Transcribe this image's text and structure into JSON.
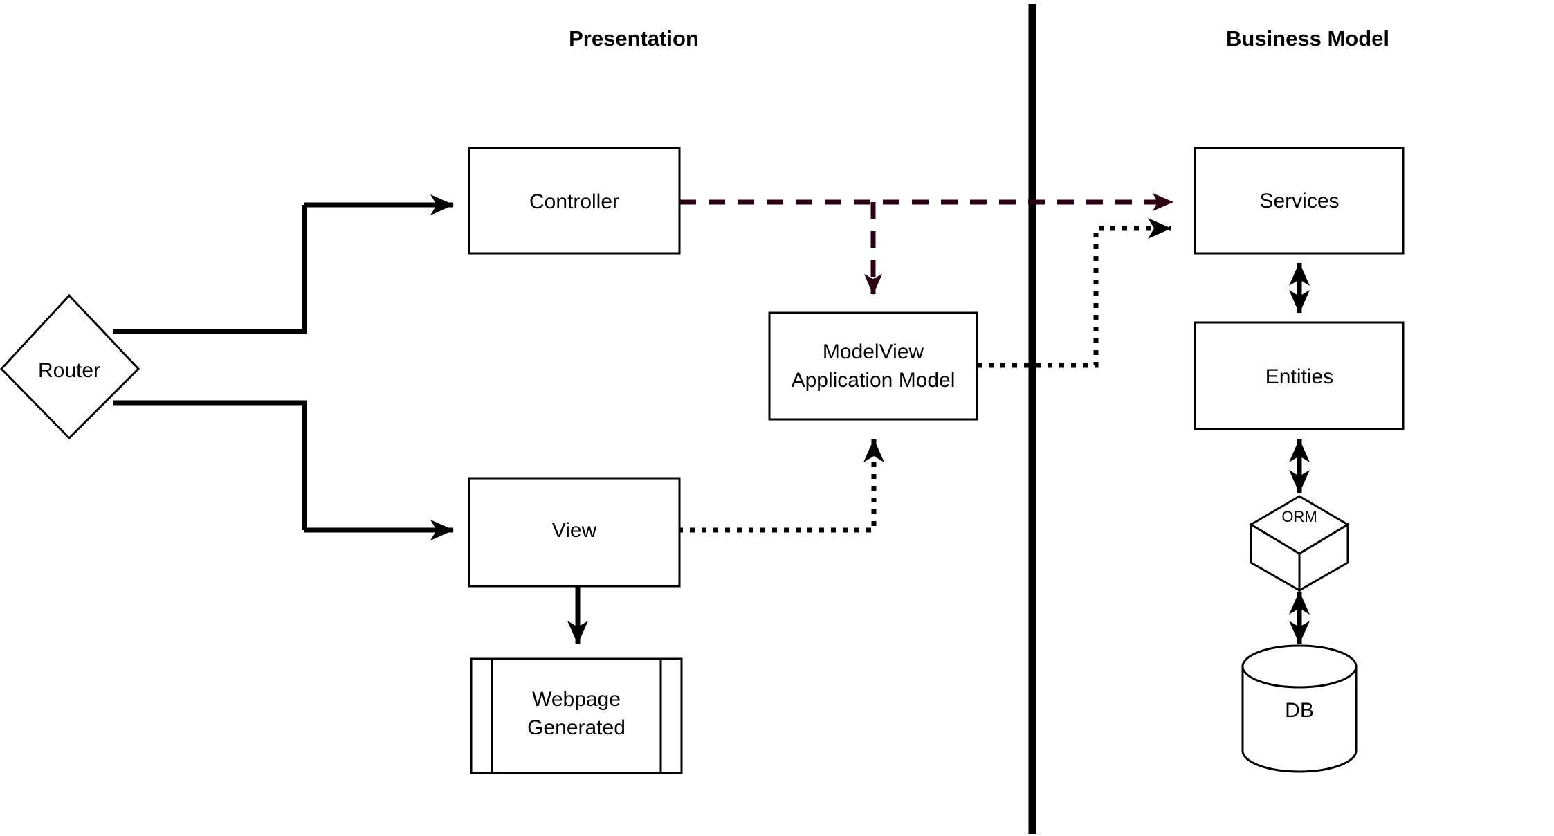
{
  "diagram": {
    "title_presentation": "Presentation",
    "title_business": "Business Model",
    "colors": {
      "stroke": "#000000",
      "dashed_accent": "#2D0013",
      "background": "#ffffff"
    },
    "nodes": {
      "router": {
        "label": "Router",
        "shape": "diamond"
      },
      "controller": {
        "label": "Controller",
        "shape": "rectangle"
      },
      "view": {
        "label": "View",
        "shape": "rectangle"
      },
      "webpage": {
        "label_line1": "Webpage",
        "label_line2": "Generated",
        "shape": "process"
      },
      "modelview": {
        "label_line1": "ModelView",
        "label_line2": "Application Model",
        "shape": "rectangle"
      },
      "services": {
        "label": "Services",
        "shape": "rectangle"
      },
      "entities": {
        "label": "Entities",
        "shape": "rectangle"
      },
      "orm": {
        "label": "ORM",
        "shape": "cube"
      },
      "db": {
        "label": "DB",
        "shape": "cylinder"
      }
    },
    "edges": [
      {
        "name": "router-to-controller",
        "from": "router",
        "to": "controller",
        "style": "solid",
        "arrow": "single"
      },
      {
        "name": "router-to-view",
        "from": "router",
        "to": "view",
        "style": "solid",
        "arrow": "single"
      },
      {
        "name": "controller-to-services",
        "from": "controller",
        "to": "services",
        "style": "dashed",
        "arrow": "single"
      },
      {
        "name": "controller-to-modelview",
        "from": "controller",
        "to": "modelview",
        "style": "dashed",
        "arrow": "single"
      },
      {
        "name": "view-to-modelview",
        "from": "view",
        "to": "modelview",
        "style": "dotted",
        "arrow": "single"
      },
      {
        "name": "modelview-to-services",
        "from": "modelview",
        "to": "services",
        "style": "dotted",
        "arrow": "single"
      },
      {
        "name": "view-to-webpage",
        "from": "view",
        "to": "webpage",
        "style": "solid",
        "arrow": "single"
      },
      {
        "name": "services-entities",
        "from": "services",
        "to": "entities",
        "style": "solid",
        "arrow": "double"
      },
      {
        "name": "entities-orm",
        "from": "entities",
        "to": "orm",
        "style": "solid",
        "arrow": "double"
      },
      {
        "name": "orm-db",
        "from": "orm",
        "to": "db",
        "style": "solid",
        "arrow": "double"
      }
    ]
  }
}
